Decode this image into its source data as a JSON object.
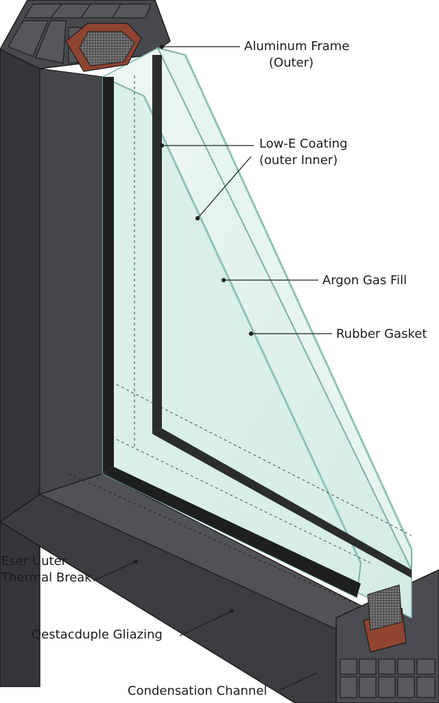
{
  "labels": {
    "aluminum_frame": [
      "Aluminum Frame",
      "(Outer)"
    ],
    "low_e_coating": [
      "Low-E Coating",
      "(outer Inner)"
    ],
    "argon_gas_fill": "Argon Gas Fill",
    "rubber_gasket": "Rubber Gasket",
    "eser_uuter": [
      "Eser Uuter",
      "Thermal Break"
    ],
    "glazing": "Qestacduple Gliazing",
    "condensation_channel": "Condensation Channel"
  },
  "colors": {
    "frame_front": "#3b3d40",
    "frame_dark": "#26282b",
    "frame_top": "#4a4c50",
    "frame_inner": "#5a5c60",
    "glass": "#dff2ee",
    "glass_edge": "#8fc2b6",
    "desiccant": "#6d6d6d",
    "sealant": "#8e4431",
    "leader": "#222222"
  }
}
